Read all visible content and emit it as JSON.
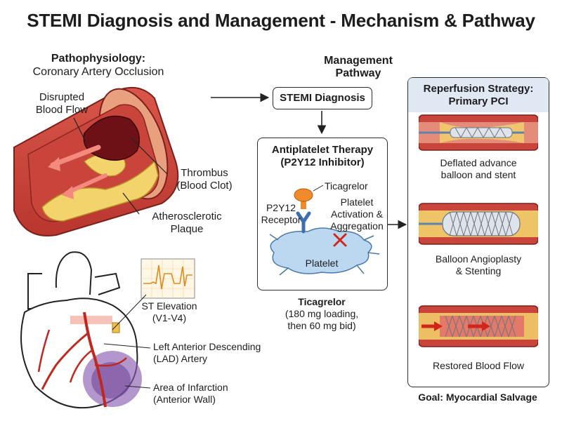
{
  "title": "STEMI Diagnosis and Management - Mechanism & Pathway",
  "patho": {
    "heading": "Pathophysiology:",
    "subheading": "Coronary Artery Occlusion",
    "disrupted_line1": "Disrupted",
    "disrupted_line2": "Blood Flow",
    "thrombus_line1": "Thrombus",
    "thrombus_line2": "(Blood Clot)",
    "plaque_line1": "Atherosclerotic",
    "plaque_line2": "Plaque"
  },
  "heart": {
    "ecg_line1": "ST Elevation",
    "ecg_line2": "(V1-V4)",
    "lad_line1": "Left Anterior Descending",
    "lad_line2": "(LAD) Artery",
    "infarct_line1": "Area of Infarction",
    "infarct_line2": "(Anterior Wall)"
  },
  "management": {
    "heading": "Management Pathway",
    "diagnosis": "STEMI Diagnosis",
    "antiplatelet_line1": "Antiplatelet Therapy",
    "antiplatelet_line2": "(P2Y12 Inhibitor)",
    "ticagrelor_label": "Ticagrelor",
    "receptor_line1": "P2Y12",
    "receptor_line2": "Receptor",
    "activation_line1": "Platelet",
    "activation_line2": "Activation &",
    "activation_line3": "Aggregation",
    "platelet_label": "Platelet",
    "dose_title": "Ticagrelor",
    "dose_line1": "(180 mg loading,",
    "dose_line2": "then 60 mg bid)"
  },
  "reperfusion": {
    "heading_line1": "Reperfusion Strategy:",
    "heading_line2": "Primary PCI",
    "step1_line1": "Deflated advance",
    "step1_line2": "balloon and stent",
    "step2_line1": "Balloon Angioplasty",
    "step2_line2": "& Stenting",
    "step3": "Restored Blood Flow",
    "goal": "Goal: Myocardial Salvage"
  }
}
